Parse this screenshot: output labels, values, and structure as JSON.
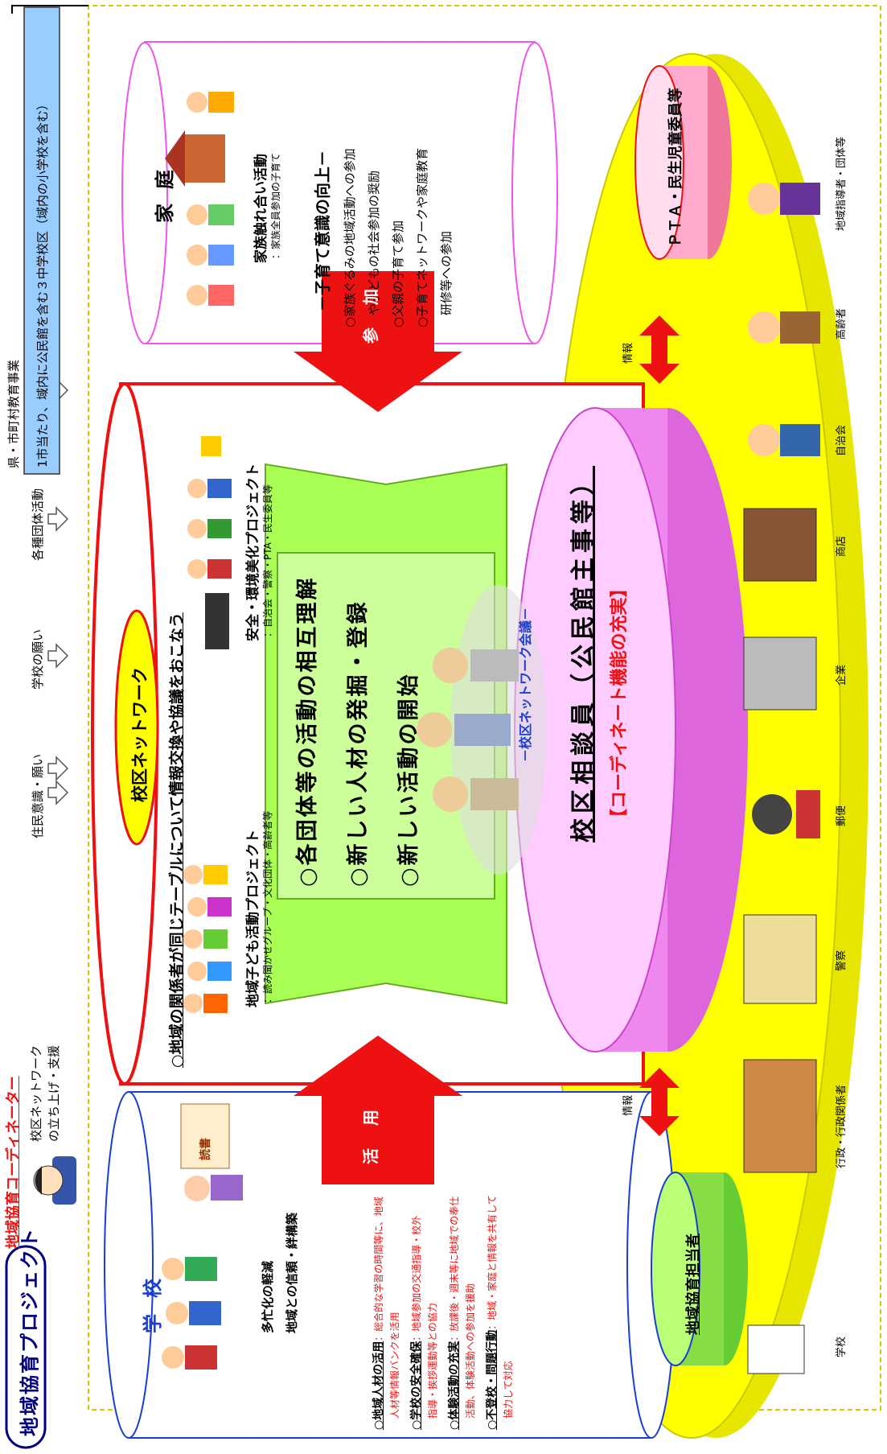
{
  "header": {
    "project_title": "地域協育プロジェクト",
    "coordinator_title": "地域協育コーディネーター",
    "coordinator_role_line1": "校区ネットワーク",
    "coordinator_role_line2": "の立ち上げ・支援"
  },
  "inputs": {
    "items": [
      "住民意識・願い",
      "学校の願い",
      "各種団体活動",
      "県・市町村教育事業"
    ],
    "scope_note": "1市当たり、域内に公民館を含む３中学校区（域内の小学校を含む）"
  },
  "school": {
    "title": "学校",
    "arrow1": "多忙化の軽減",
    "arrow2": "地域との信頼・絆構築",
    "items": [
      {
        "label": "○地域人材の活用",
        "desc1": "：総合的な学習の時間等に、地域",
        "desc2": "人材等情報バンクを活用"
      },
      {
        "label": "○学校の安全確保",
        "desc1": "：地域参加の交通指導・校外",
        "desc2": "指導・挨拶運動等との協力"
      },
      {
        "label": "○体験活動の充実",
        "desc1": "：放課後・週末等に地域での奉仕",
        "desc2": "活動、体験活動への参加を援助"
      },
      {
        "label": "○不登校・問題行動",
        "desc1": "：地域・家庭と情報を共有して",
        "desc2": "協力して対応"
      }
    ],
    "book_label": "読書"
  },
  "network": {
    "title": "校区ネットワーク",
    "subtitle": "○地域の関係者が同じテーブルについて情報交換や協議をおこなう",
    "project_kids_title": "地域子ども活動プロジェクト",
    "project_kids_members": "：読み聞かせグループ・文化団体・高齢者等",
    "project_safety_title": "安全・環境美化プロジェクト",
    "project_safety_members": "：自治会・警察・PTA・民生委員等",
    "scroll_lines": [
      "○各団体等の活動の相互理解",
      "○新しい人材の発掘・登録",
      "○新しい活動の開始"
    ],
    "meeting_label": "－校区ネットワーク会議－",
    "staff_label": "校区相談員（公民館主事等）",
    "enhance_label": "【コーディネート機能の充実】"
  },
  "family": {
    "title": "家庭",
    "activity_title": "家族触れ合い活動",
    "activity_note": "：家族全員参加の子育て",
    "goal_title": "－子育て意識の向上－",
    "goal_items": [
      "○家族ぐるみの地域活動への参加",
      "　や子どもの社会参加の奨励",
      "○父親の子育て参加",
      "○子育てネットワークや家庭教育",
      "　研修等への参加"
    ]
  },
  "arrows": {
    "use": "活用",
    "join": "参加",
    "info_left": "情報",
    "info_right": "情報"
  },
  "bottom": {
    "school_staff": "地域協育担当者",
    "pta": "ＰＴＡ・民生児童委員等",
    "community": [
      "学校",
      "行政・行政関係者",
      "警察",
      "郵便",
      "企業",
      "商店",
      "自治会",
      "高齢者",
      "地域指導者・団体等"
    ]
  },
  "colors": {
    "yellow": "#ffff00",
    "green_light": "#aaff55",
    "pink": "#ee88ee",
    "red": "#ee1111",
    "blue_border": "#1a3fd0",
    "magenta_border": "#ee55ee",
    "note_box": "#99ccff"
  }
}
